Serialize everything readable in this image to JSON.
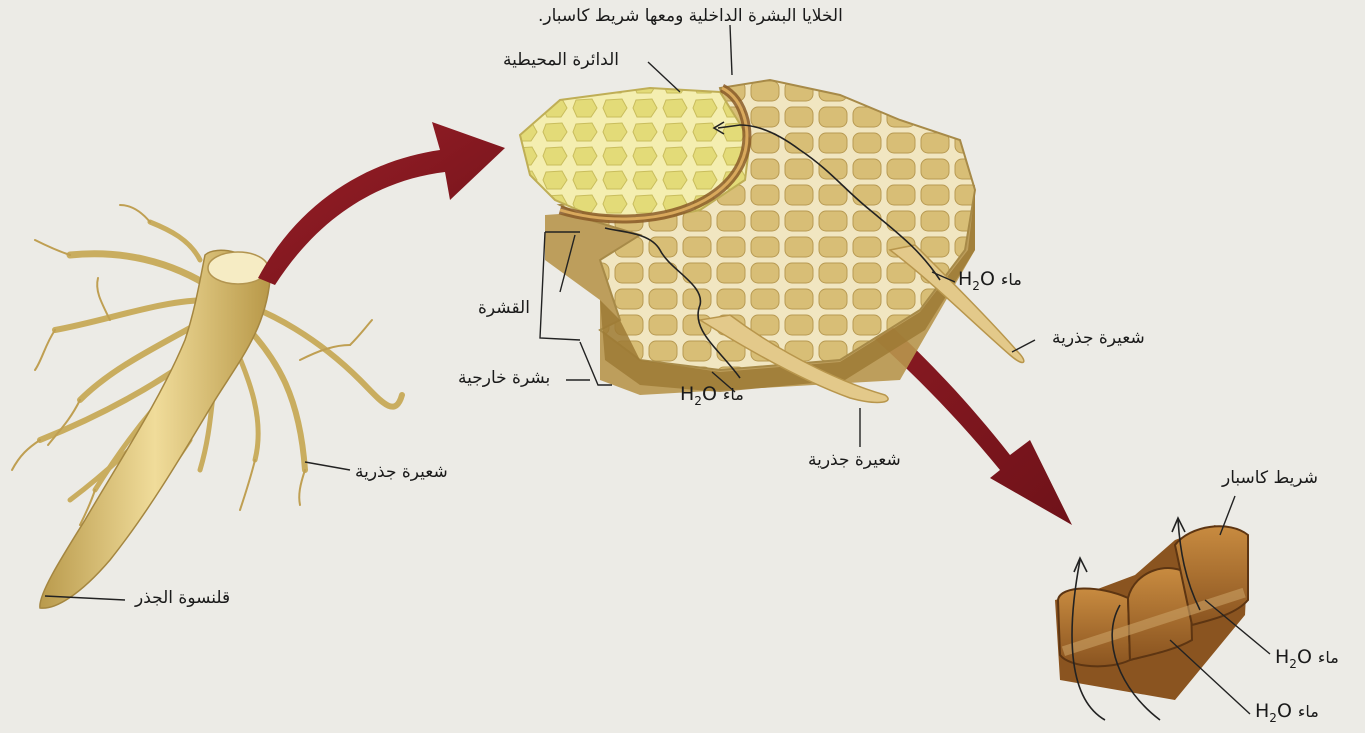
{
  "labels": {
    "endodermis": "الخلايا البشرة الداخلية ومعها شريط كاسبار.",
    "pericycle": "الدائرة المحيطية",
    "cortex": "القشرة",
    "epidermis": "بشرة خارجية",
    "root_hair_left": "شعيرة جذرية",
    "root_hair_mid": "شعيرة جذرية",
    "root_hair_right": "شعيرة جذرية",
    "root_cap": "قلنسوة الجذر",
    "casparian_strip": "شريط كاسبار",
    "water_word": "ماء",
    "water_formula_h": "H",
    "water_formula_sub": "2",
    "water_formula_o": "O"
  },
  "colors": {
    "background": "#ecebe6",
    "arrow": "#8e1a22",
    "cell_wall": "#f3e7c2",
    "cell_fill": "#d9bf74",
    "stele_fill": "#e8e08a",
    "strip_brown": "#a66a2a",
    "root": "#d8be72"
  }
}
